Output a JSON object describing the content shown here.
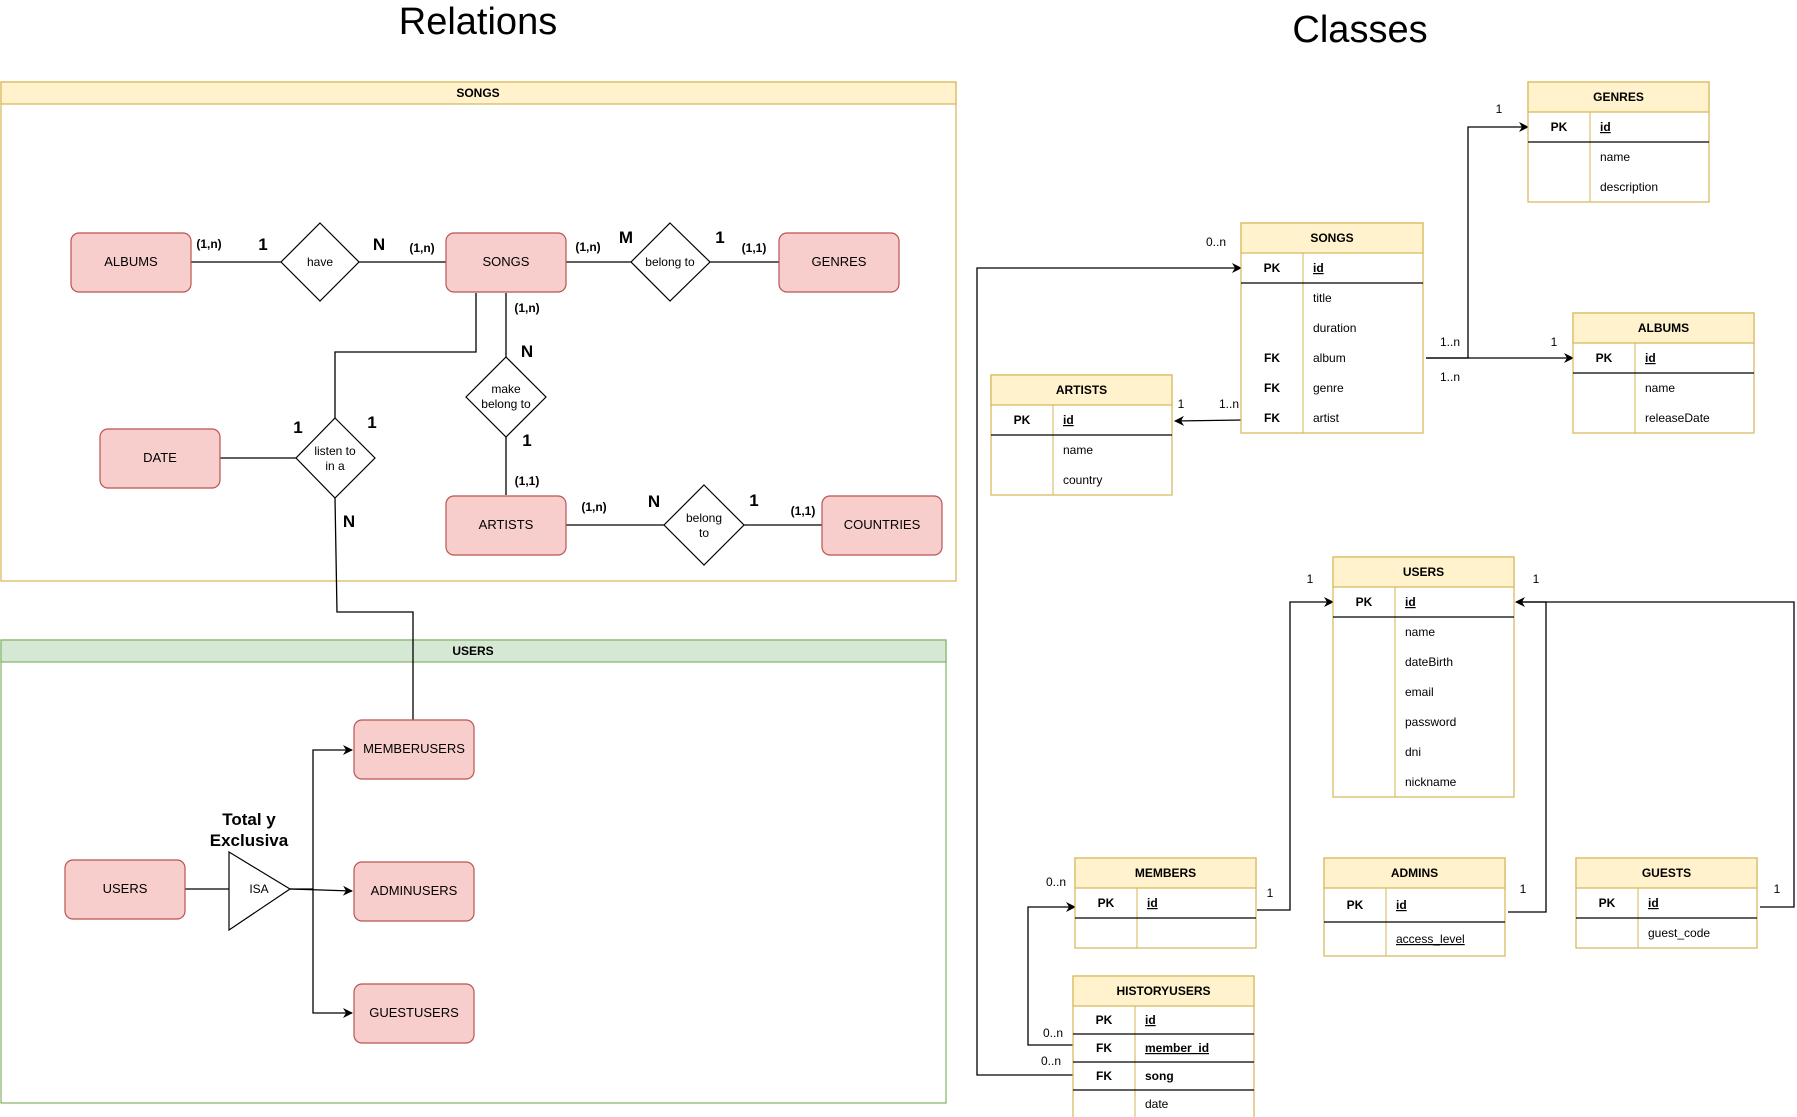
{
  "titles": {
    "relations": "Relations",
    "classes": "Classes"
  },
  "colors": {
    "songs_group_header": "#fff2cc",
    "songs_group_border": "#d6b656",
    "users_group_header": "#d5e8d4",
    "users_group_border": "#82b366",
    "entity_fill": "#f8cecc",
    "entity_border": "#b85450",
    "table_header": "#fff2cc",
    "table_border": "#d6b656"
  },
  "er": {
    "groups": {
      "songs": "SONGS",
      "users": "USERS"
    },
    "entities": {
      "albums": "ALBUMS",
      "songs": "SONGS",
      "genres": "GENRES",
      "date": "DATE",
      "artists": "ARTISTS",
      "countries": "COUNTRIES",
      "users": "USERS",
      "memberusers": "MEMBERUSERS",
      "adminusers": "ADMINUSERS",
      "guestusers": "GUESTUSERS"
    },
    "relationships": {
      "have": [
        "have"
      ],
      "belong_genre": [
        "belong to"
      ],
      "make": [
        "make",
        "belong to"
      ],
      "listen": [
        "listen to",
        "in a"
      ],
      "belong_country": [
        "belong",
        "to"
      ]
    },
    "cardinalities": {
      "albums_have": "(1,n)",
      "songs_have": "(1,n)",
      "songs_belong": "(1,n)",
      "genres_belong": "(1,1)",
      "songs_make": "(1,n)",
      "artists_make": "(1,1)",
      "artists_belong": "(1,n)",
      "countries_belong": "(1,1)"
    },
    "ratios": {
      "have_albums": "1",
      "have_songs": "N",
      "belong_songs": "M",
      "belong_genres": "1",
      "make_songs": "N",
      "make_artists": "1",
      "listen_date": "1",
      "listen_songs": "1",
      "listen_members": "N",
      "country_artists": "N",
      "country_countries": "1"
    },
    "isa": {
      "label": "ISA",
      "constraint": [
        "Total y",
        "Exclusiva"
      ]
    }
  },
  "classes": {
    "genres": {
      "title": "GENRES",
      "rows": [
        {
          "key": "PK",
          "name": "id",
          "pk": true
        },
        {
          "key": "",
          "name": "name"
        },
        {
          "key": "",
          "name": "description"
        }
      ]
    },
    "songs": {
      "title": "SONGS",
      "rows": [
        {
          "key": "PK",
          "name": "id",
          "pk": true
        },
        {
          "key": "",
          "name": "title"
        },
        {
          "key": "",
          "name": "duration"
        },
        {
          "key": "FK",
          "name": "album"
        },
        {
          "key": "FK",
          "name": "genre"
        },
        {
          "key": "FK",
          "name": "artist"
        }
      ]
    },
    "albums": {
      "title": "ALBUMS",
      "rows": [
        {
          "key": "PK",
          "name": "id",
          "pk": true
        },
        {
          "key": "",
          "name": "name"
        },
        {
          "key": "",
          "name": "releaseDate"
        }
      ]
    },
    "artists": {
      "title": "ARTISTS",
      "rows": [
        {
          "key": "PK",
          "name": "id",
          "pk": true
        },
        {
          "key": "",
          "name": "name"
        },
        {
          "key": "",
          "name": "country"
        }
      ]
    },
    "users": {
      "title": "USERS",
      "rows": [
        {
          "key": "PK",
          "name": "id",
          "pk": true
        },
        {
          "key": "",
          "name": "name"
        },
        {
          "key": "",
          "name": "dateBirth"
        },
        {
          "key": "",
          "name": "email"
        },
        {
          "key": "",
          "name": "password"
        },
        {
          "key": "",
          "name": "dni"
        },
        {
          "key": "",
          "name": "nickname"
        }
      ]
    },
    "members": {
      "title": "MEMBERS",
      "rows": [
        {
          "key": "PK",
          "name": "id",
          "pk": true
        },
        {
          "key": "",
          "name": ""
        }
      ]
    },
    "admins": {
      "title": "ADMINS",
      "rows": [
        {
          "key": "PK",
          "name": "id",
          "pk": true
        },
        {
          "key": "",
          "name": "access_level",
          "underline": true
        }
      ]
    },
    "guests": {
      "title": "GUESTS",
      "rows": [
        {
          "key": "PK",
          "name": "id",
          "pk": true
        },
        {
          "key": "",
          "name": "guest_code"
        }
      ]
    },
    "historyusers": {
      "title": "HISTORYUSERS",
      "rows": [
        {
          "key": "PK",
          "name": "id",
          "pk": true
        },
        {
          "key": "FK",
          "name": "member_id",
          "pk": true
        },
        {
          "key": "FK",
          "name": "song",
          "bold": true
        },
        {
          "key": "",
          "name": "date"
        }
      ]
    }
  },
  "multiplicities": {
    "genres_one": "1",
    "songs_zero_n": "0..n",
    "songs_genre_1n": "1..n",
    "songs_album_1n": "1..n",
    "albums_one": "1",
    "artists_one": "1",
    "songs_artist_1n": "1..n",
    "users_left_one": "1",
    "users_right_one": "1",
    "members_one": "1",
    "members_zero_n": "0..n",
    "admins_one": "1",
    "guests_one": "1",
    "history_member_0n": "0..n",
    "history_song_0n": "0..n"
  }
}
